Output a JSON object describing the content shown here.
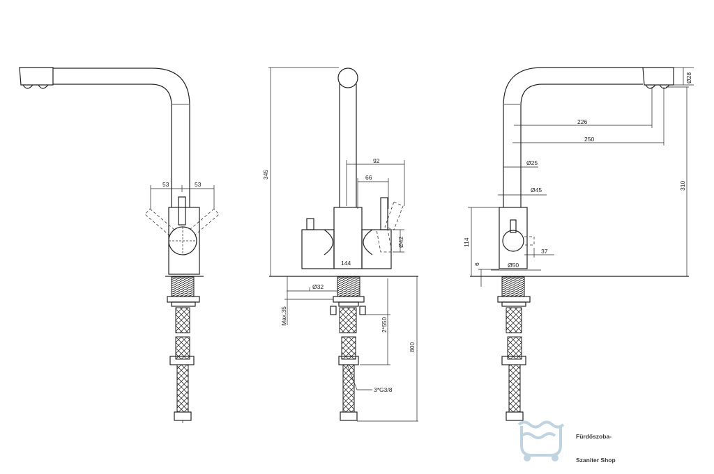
{
  "dimensions": {
    "front_view": {
      "left_offset": "53",
      "right_offset": "53"
    },
    "side_view": {
      "height": "345",
      "handle_reach": "92",
      "handle_offset": "66",
      "body_diameter": "Ø42",
      "base_width": "144",
      "mount_diameter": "Ø32",
      "max_deck_thickness": "Max.35",
      "hose_length": "2*550",
      "overall_length": "800",
      "connection": "3*G3/8"
    },
    "rear_view": {
      "spout_diameter": "Ø28",
      "reach_inner": "226",
      "reach_outer": "250",
      "spout_pipe_diameter": "Ø25",
      "column_diameter": "Ø45",
      "body_height": "114",
      "side_offset": "37",
      "base_height": "6",
      "base_diameter": "Ø50",
      "spout_height": "310"
    }
  },
  "watermark": {
    "line1": "Fürdőszoba-",
    "line2": "Szaniter Shop",
    "color": "#b9cfdd"
  }
}
